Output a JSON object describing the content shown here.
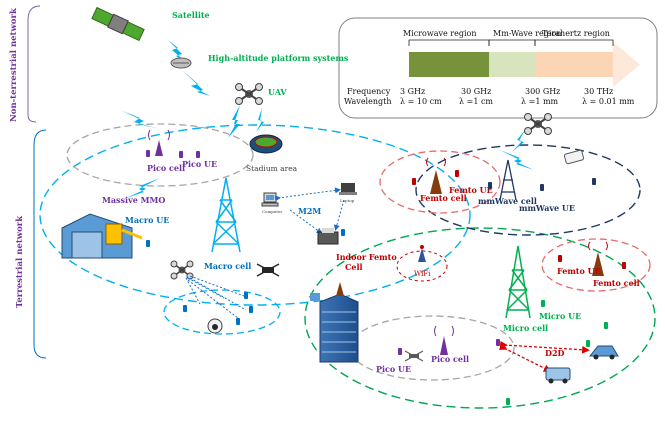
{
  "side_labels": {
    "non_terrestrial": "Non-terrestrial network",
    "terrestrial": "Terrestrial network"
  },
  "spectrum": {
    "regions": [
      "Microwave region",
      "Mm-Wave region",
      "Terahertz region"
    ],
    "row_labels": [
      "Frequency",
      "Wavelength"
    ],
    "ticks": [
      {
        "freq": "3 GHz",
        "wave": "λ = 10 cm"
      },
      {
        "freq": "30 GHz",
        "wave": "λ =1 cm"
      },
      {
        "freq": "300 GHz",
        "wave": "λ =1 mm"
      },
      {
        "freq": "30 THz",
        "wave": "λ = 0.01 mm"
      }
    ],
    "colors": {
      "microwave": "#76933c",
      "mmwave": "#d7e4bd",
      "thz": "#fcd5b5",
      "arrow": "#fde9d9"
    }
  },
  "labels": {
    "satellite": "Satellite",
    "haps": "High-altitude platform systems",
    "uav": "UAV",
    "stadium": "Stadium area",
    "pico_cell_top": "Pico cell",
    "pico_ue_top": "Pico UE",
    "massive_mimo": "Massive MMO",
    "macro_ue": "Macro UE",
    "macro_cell": "Macro cell",
    "m2m": "M2M",
    "laptop": "Laptop",
    "computer": "Computer",
    "femto_cell_left": "Femto cell",
    "femto_ue_left": "Femto UE",
    "mmwave_cell": "mmWave cell",
    "mmwave_ue": "mmWave UE",
    "wifi": "WiFi",
    "indoor_femto": "Indoor Femto",
    "indoor_femto_cell": "Cell",
    "femto_ue_right": "Femto UE",
    "femto_cell_right": "Femto cell",
    "micro_ue": "Micro UE",
    "micro_cell": "Micro cell",
    "d2d": "D2D",
    "pico_ue_bottom": "Pico UE",
    "pico_cell_bottom": "Pico cell"
  },
  "colors": {
    "purple": "#7030a0",
    "green": "#00b050",
    "blue": "#0070c0",
    "darkblue": "#1f3864",
    "red": "#c00000",
    "macro_ellipse": "#00b0f0",
    "pico_ellipse": "#a6a6a6",
    "femto_ellipse": "#e46c6c",
    "micro_ellipse": "#00a651",
    "mmwave_ellipse": "#1f3864"
  }
}
